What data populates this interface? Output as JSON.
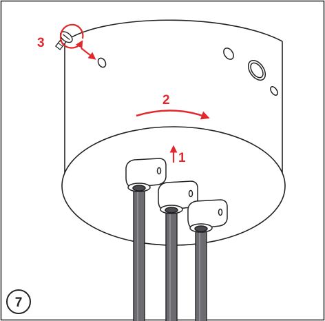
{
  "colors": {
    "line": "#222222",
    "accent": "#e0282d",
    "cable": "#6b6b70",
    "cable_dark": "#4a4a50",
    "background": "#ffffff"
  },
  "icons": [
    "screw-icon",
    "rotate-arrow-icon",
    "up-arrow-icon"
  ],
  "steps": {
    "step1": "1",
    "step2": "2",
    "step3": "3"
  },
  "figure_number": "7"
}
